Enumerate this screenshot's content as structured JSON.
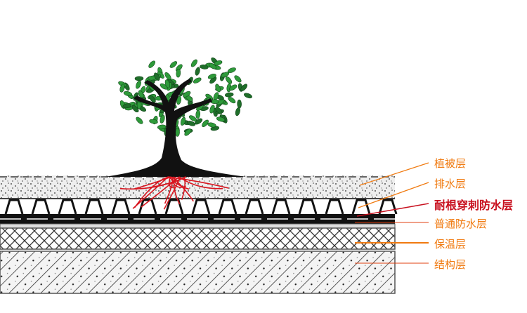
{
  "diagram": {
    "labels": [
      {
        "text": "植被层",
        "color": "#f07a10"
      },
      {
        "text": "排水层",
        "color": "#f07a10"
      },
      {
        "text": "耐根穿刺防水层",
        "color": "#c8101e"
      },
      {
        "text": "普通防水层",
        "color": "#f07a10"
      },
      {
        "text": "保温层",
        "color": "#f07a10"
      },
      {
        "text": "结构层",
        "color": "#f07a10"
      }
    ],
    "colors": {
      "leaf": "#2e9a3a",
      "root": "#d8141e",
      "line": "#222222"
    }
  }
}
